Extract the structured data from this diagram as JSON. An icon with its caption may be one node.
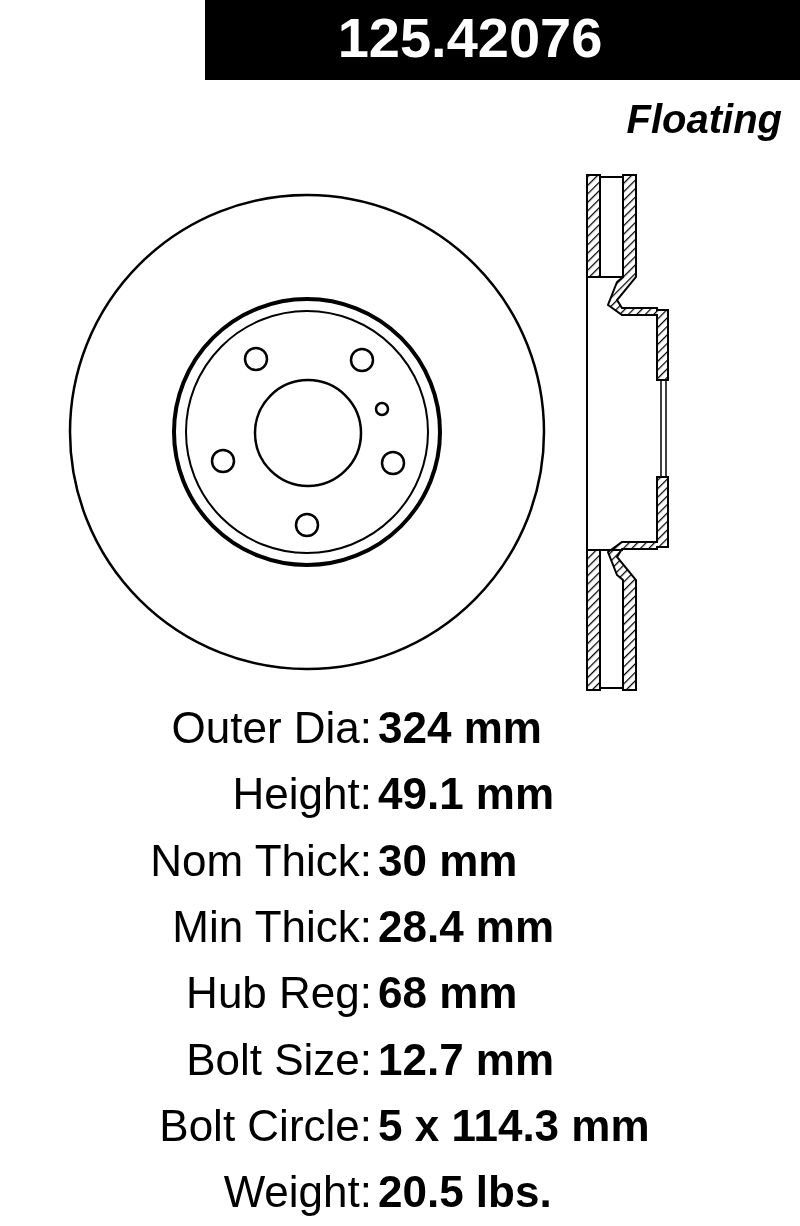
{
  "diagram": {
    "title": "125.42076",
    "labels": [
      "Floating",
      "Outer Dia:",
      "324 mm",
      "Height:",
      "49.1 mm",
      "Nom Thick:",
      "30 mm",
      "Min Thick:",
      "28.4 mm",
      "Hub Reg:",
      "68 mm",
      "Bolt Size:",
      "12.7 mm",
      "Bolt Circle:",
      "5 x 114.3 mm",
      "Weight:",
      "20.5 lbs."
    ]
  }
}
